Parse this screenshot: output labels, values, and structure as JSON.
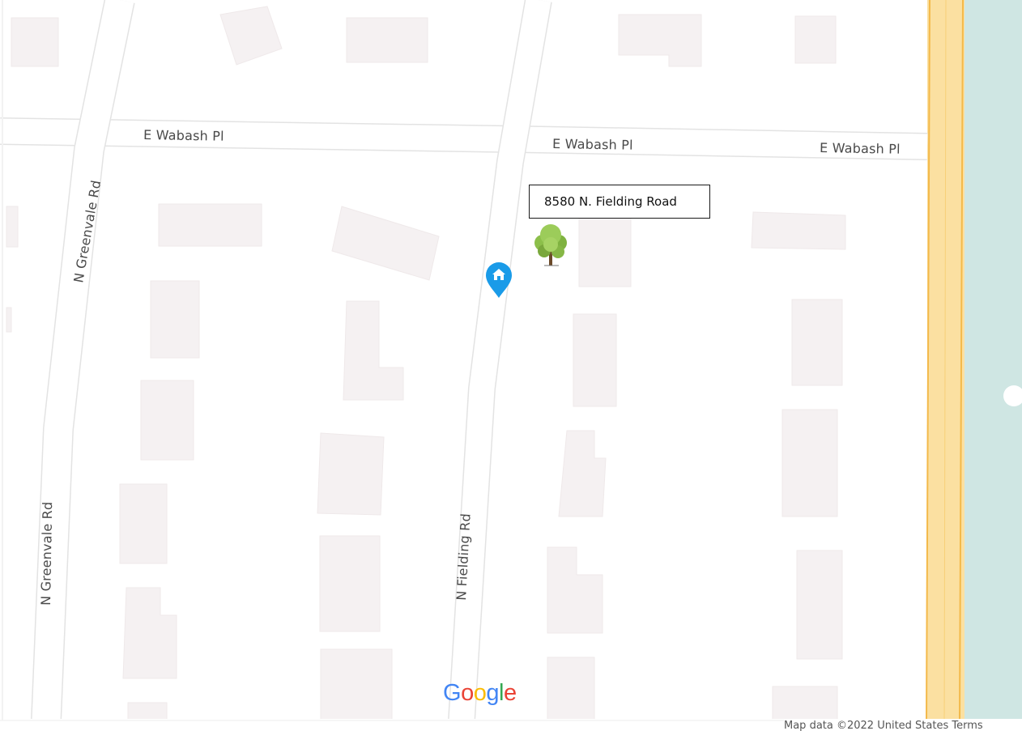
{
  "map": {
    "streets": {
      "e_wabash_1": "E Wabash Pl",
      "e_wabash_2": "E Wabash Pl",
      "e_wabash_3": "E Wabash Pl",
      "n_greenvale_1": "N Greenvale Rd",
      "n_greenvale_2": "N Greenvale Rd",
      "n_fielding": "N Fielding Rd"
    },
    "callout_address": "8580 N. Fielding Road",
    "marker_icon": "home-marker-icon",
    "tree_icon": "tree-icon",
    "attribution": "Map data ©2022    United States    Terms",
    "logo": {
      "letters": [
        "G",
        "o",
        "o",
        "g",
        "l",
        "e"
      ],
      "colors": [
        "#4285F4",
        "#EA4335",
        "#FBBC05",
        "#4285F4",
        "#34A853",
        "#EA4335"
      ]
    },
    "colors": {
      "marker": "#1a9be8",
      "highway_fill": "#fbe0a1",
      "highway_edge": "#f3b94a",
      "water_fill": "#cfe6e3",
      "building_fill": "#f4f1f2",
      "road_edge": "#e6e6e6"
    }
  }
}
